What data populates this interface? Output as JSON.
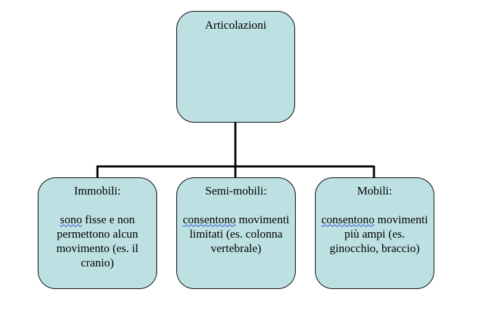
{
  "root": {
    "label": "Articolazioni"
  },
  "children": [
    {
      "title": "Immobili:",
      "desc_underlined": "sono",
      "desc_rest": " fisse e non permettono alcun movimento (es. il cranio)"
    },
    {
      "title": "Semi-mobili:",
      "desc_underlined": "consentono",
      "desc_rest": " movimenti limitati (es. colonna vertebrale)"
    },
    {
      "title": "Mobili:",
      "desc_underlined": "consentono",
      "desc_rest": " movimenti più ampi (es. ginocchio, braccio)"
    }
  ],
  "colors": {
    "box_fill": "#bde0e3",
    "border": "#000000",
    "spellcheck_underline": "#2b4fd8"
  }
}
